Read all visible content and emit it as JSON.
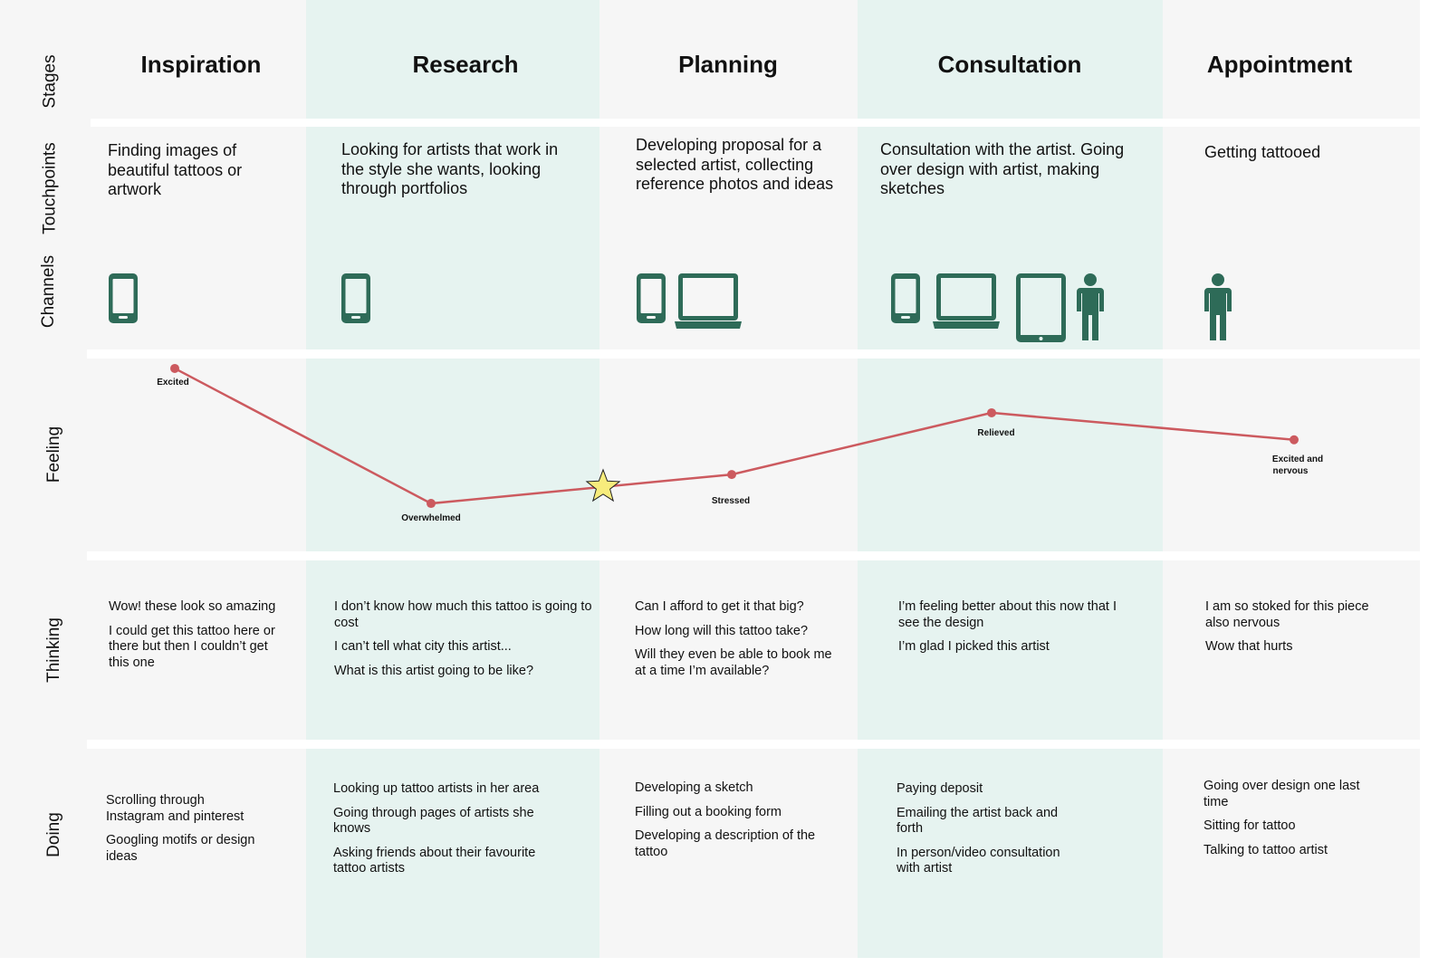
{
  "colors": {
    "band": "#e6f3f0",
    "background": "#f6f6f6",
    "icon": "#2e6b58",
    "curve": "#cc5a5f",
    "star": "#f7ec7c"
  },
  "row_labels": {
    "stages": "Stages",
    "touchpoints": "Touchpoints",
    "channels": "Channels",
    "feeling": "Feeling",
    "thinking": "Thinking",
    "doing": "Doing"
  },
  "stages": [
    {
      "title": "Inspiration",
      "touchpoint": "Finding images of beautiful tattoos or artwork",
      "channels": [
        "phone-icon"
      ],
      "feeling": "Excited",
      "feeling_level": 0.85,
      "thinking": [
        "Wow! these look so amazing",
        "I could get this tattoo here or there but then I couldn’t get this one"
      ],
      "doing": [
        "Scrolling through Instagram and pinterest",
        "Googling motifs or design ideas"
      ]
    },
    {
      "title": "Research",
      "touchpoint": "Looking for artists that work in the style she wants, looking through portfolios",
      "channels": [
        "phone-icon"
      ],
      "feeling": "Overwhelmed",
      "feeling_level": 0.15,
      "thinking": [
        "I don’t know how much this tattoo is going to cost",
        "I can’t tell what city this artist...",
        "What is this artist going to be like?"
      ],
      "doing": [
        "Looking up tattoo artists in her area",
        "Going through pages of artists she knows",
        "Asking friends about their favourite tattoo artists"
      ]
    },
    {
      "title": "Planning",
      "touchpoint": "Developing proposal for a selected artist, collecting reference photos and ideas",
      "channels": [
        "phone-icon",
        "laptop-icon"
      ],
      "feeling": "Stressed",
      "feeling_level": 0.3,
      "thinking": [
        "Can I afford to get it that big?",
        "How long will this tattoo take?",
        "Will they even be able to book me at a time I’m available?"
      ],
      "doing": [
        "Developing a sketch",
        "Filling out a booking form",
        "Developing a description of the tattoo"
      ]
    },
    {
      "title": "Consultation",
      "touchpoint": "Consultation with the artist. Going over design with artist, making sketches",
      "channels": [
        "phone-icon",
        "laptop-icon",
        "tablet-icon",
        "person-icon"
      ],
      "feeling": "Relieved",
      "feeling_level": 0.62,
      "thinking": [
        "I’m feeling better about this now that I see the design",
        "I’m glad I picked this artist"
      ],
      "doing": [
        "Paying deposit",
        "Emailing the artist back and forth",
        "In person/video consultation with artist"
      ]
    },
    {
      "title": "Appointment",
      "touchpoint": "Getting tattooed",
      "channels": [
        "person-icon"
      ],
      "feeling": "Excited and nervous",
      "feeling_level": 0.48,
      "thinking": [
        "I am so stoked for this piece also nervous",
        "Wow that hurts"
      ],
      "doing": [
        "Going over design one last time",
        "Sitting for tattoo",
        "Talking to tattoo artist"
      ]
    }
  ],
  "feeling_marker": {
    "icon": "star-icon",
    "after_stage": 1
  }
}
